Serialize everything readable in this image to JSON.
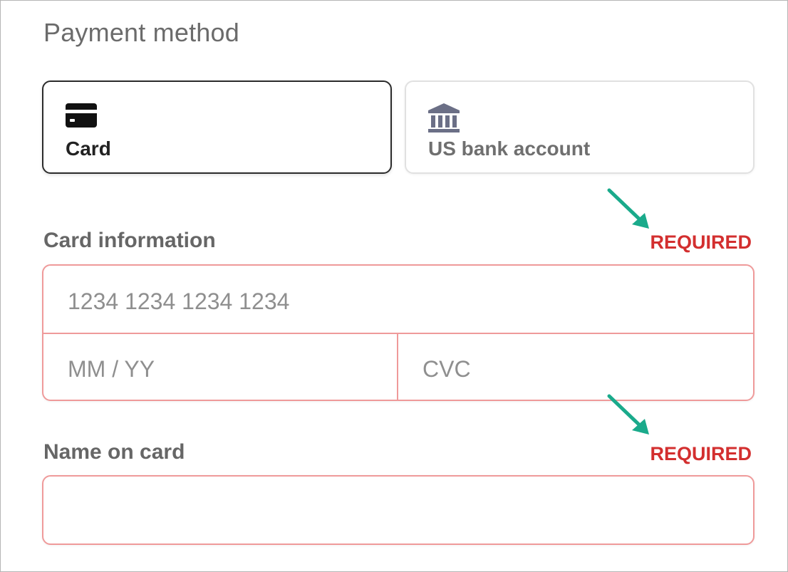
{
  "header": {
    "title": "Payment method"
  },
  "tabs": [
    {
      "label": "Card",
      "icon": "credit-card-icon",
      "selected": true
    },
    {
      "label": "US bank account",
      "icon": "bank-icon",
      "selected": false
    }
  ],
  "card_info": {
    "label": "Card information",
    "required_text": "REQUIRED",
    "number_placeholder": "1234 1234 1234 1234",
    "number_value": "",
    "expiry_placeholder": "MM / YY",
    "expiry_value": "",
    "cvc_placeholder": "CVC",
    "cvc_value": ""
  },
  "name_on_card": {
    "label": "Name on card",
    "required_text": "REQUIRED",
    "value": ""
  },
  "colors": {
    "error": "#d32f2f",
    "error_border": "#ef9a9a",
    "annotation_arrow": "#1aaa8b",
    "selected_border": "#2b2b2b"
  }
}
